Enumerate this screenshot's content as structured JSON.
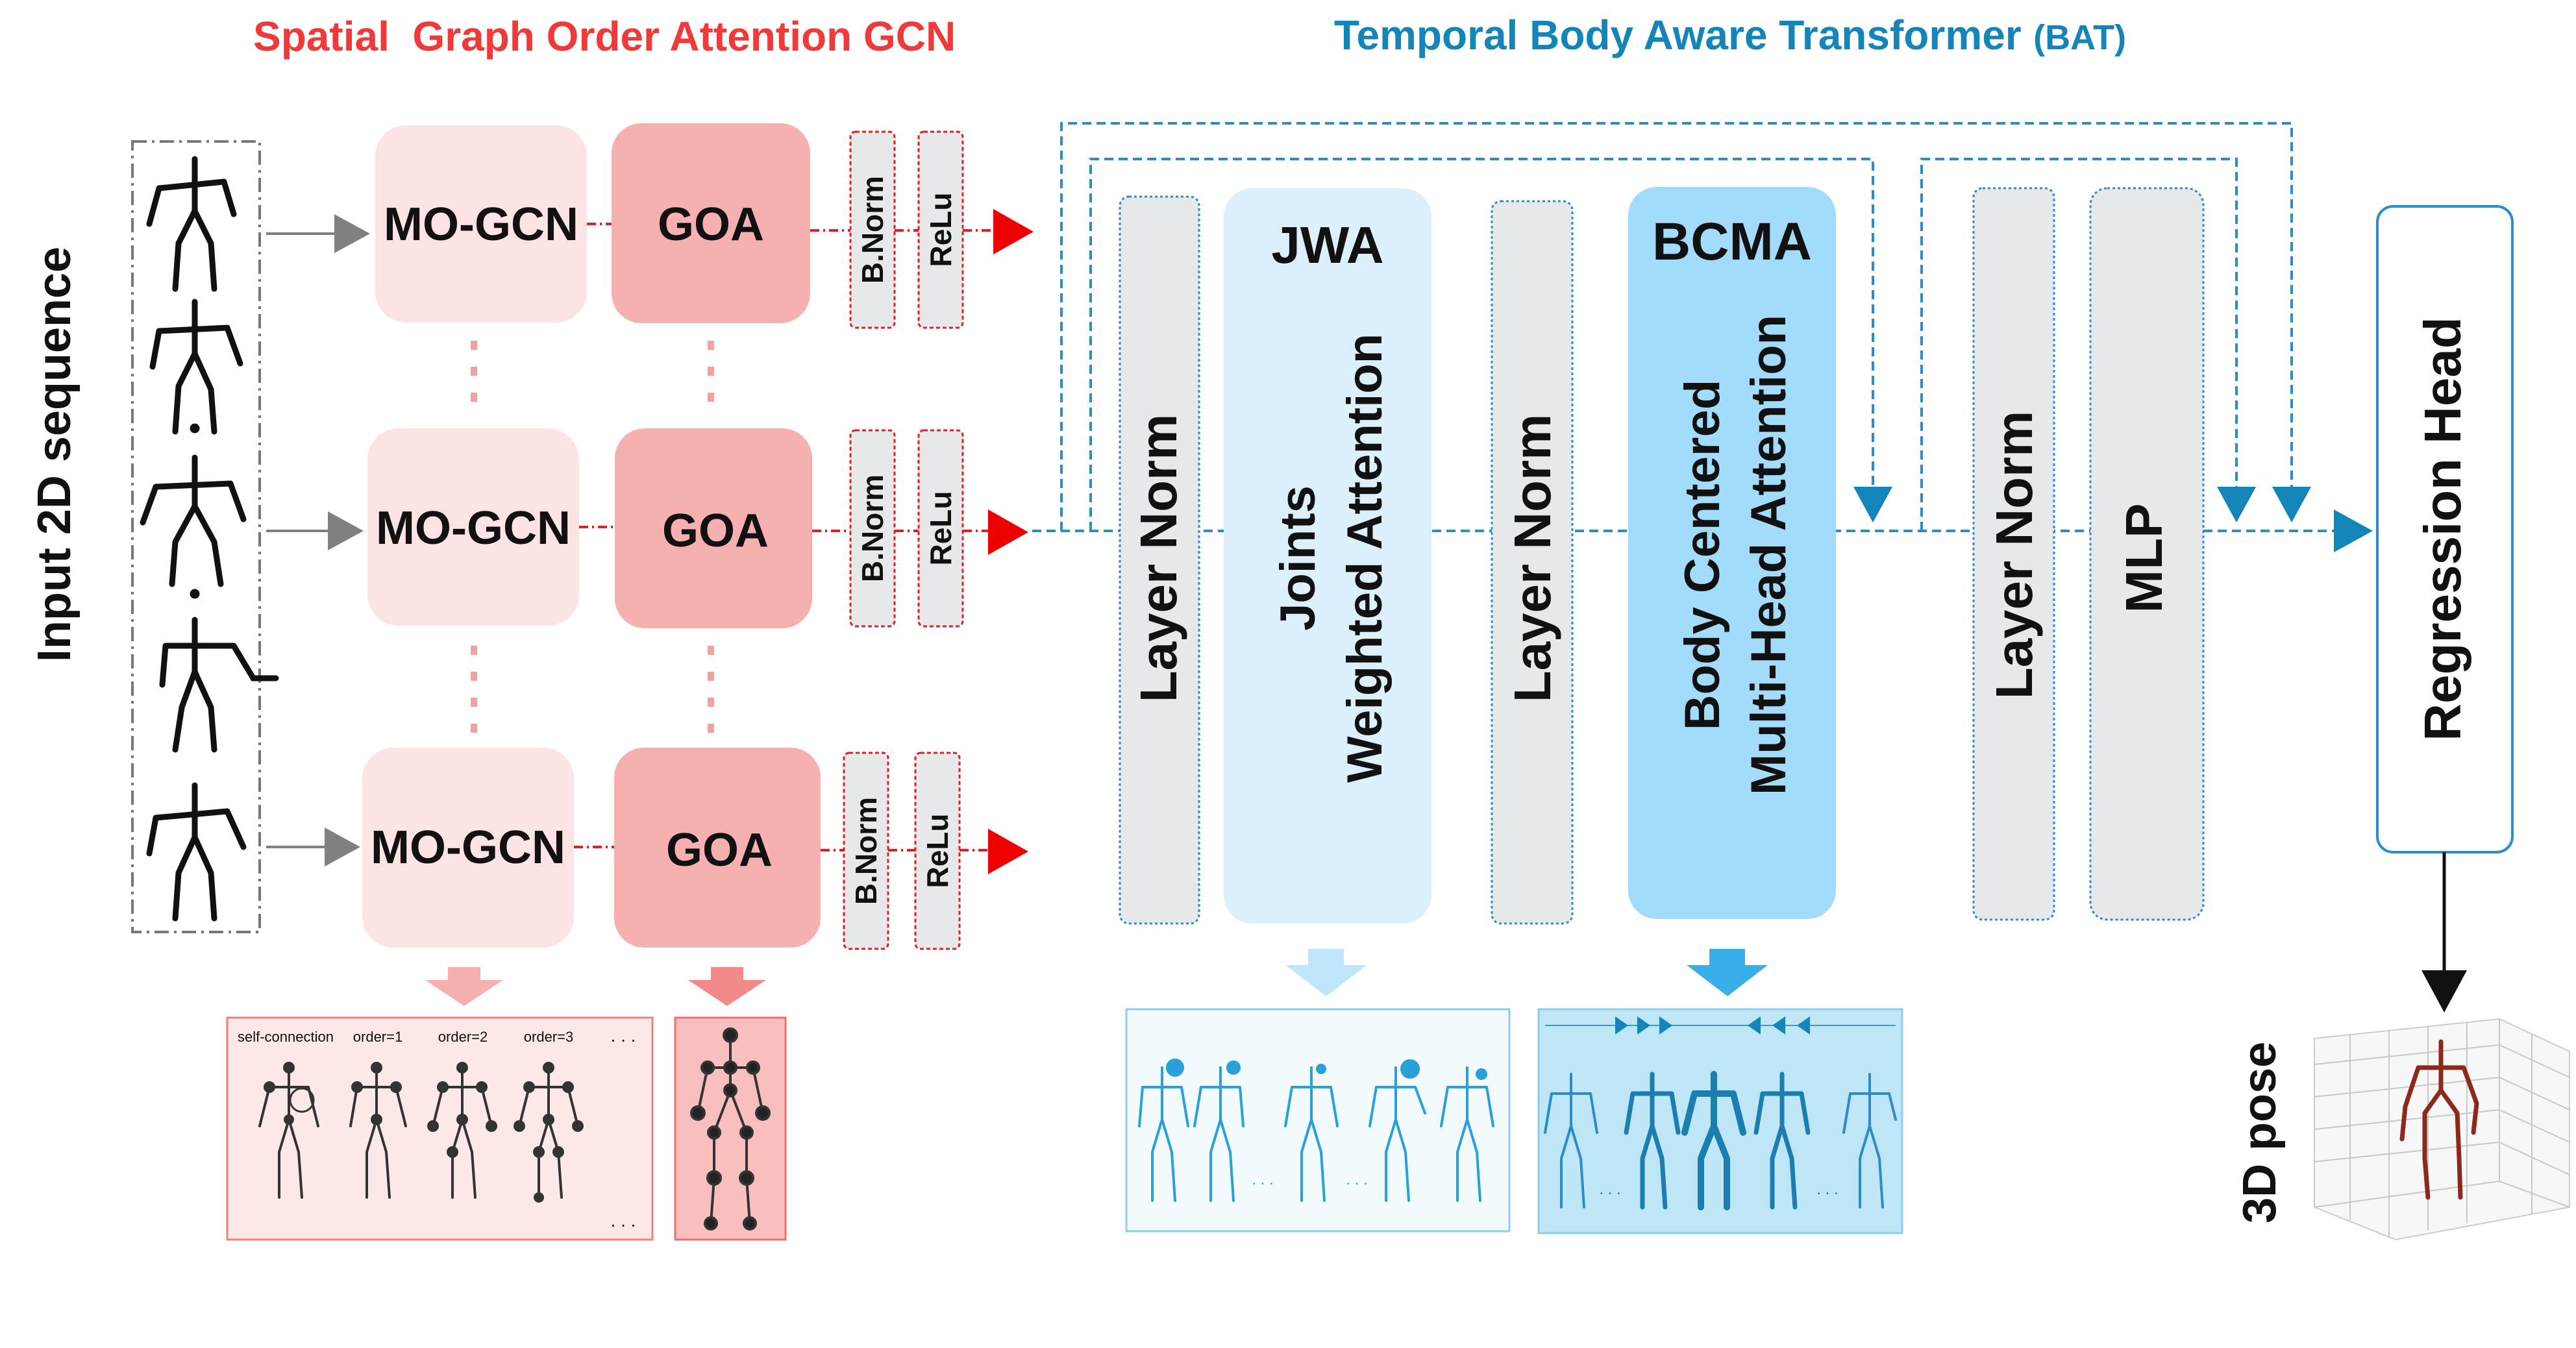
{
  "titles": {
    "spatial": "Spatial  Graph Order Attention GCN",
    "temporal_main": "Temporal Body Aware Transformer",
    "temporal_abbrev": "(BAT)"
  },
  "input_label": "Input 2D sequence",
  "spatial_rows": [
    {
      "mogcn": "MO-GCN",
      "goa": "GOA",
      "bnorm": "B.Norm",
      "relu": "ReLu"
    },
    {
      "mogcn": "MO-GCN",
      "goa": "GOA",
      "bnorm": "B.Norm",
      "relu": "ReLu"
    },
    {
      "mogcn": "MO-GCN",
      "goa": "GOA",
      "bnorm": "B.Norm",
      "relu": "ReLu"
    }
  ],
  "transformer": {
    "layer_norm": "Layer Norm",
    "jwa_title": "JWA",
    "jwa_line1": "Joints",
    "jwa_line2": "Weighted Attention",
    "bcma_title": "BCMA",
    "bcma_line1": "Body Centered",
    "bcma_line2": "Multi-Head Attention",
    "mlp": "MLP",
    "regression_head": "Regression Head"
  },
  "output_label": "3D pose",
  "order_panel": {
    "labels": [
      "self-connection",
      "order=1",
      "order=2",
      "order=3"
    ],
    "ellipsis": ". . ."
  },
  "ellipsis": ". . .",
  "colors": {
    "red": "#f03a3a",
    "blue": "#1485b8",
    "pink_light": "#fde3e3",
    "pink_dark": "#f7b0b0",
    "gray_box": "#e6e8ea",
    "jwa_fill": "#dcf0fc",
    "bcma_fill": "#a3dbfa",
    "dash_blue": "#2a8cc8",
    "pose_red": "#8b2a1c"
  }
}
